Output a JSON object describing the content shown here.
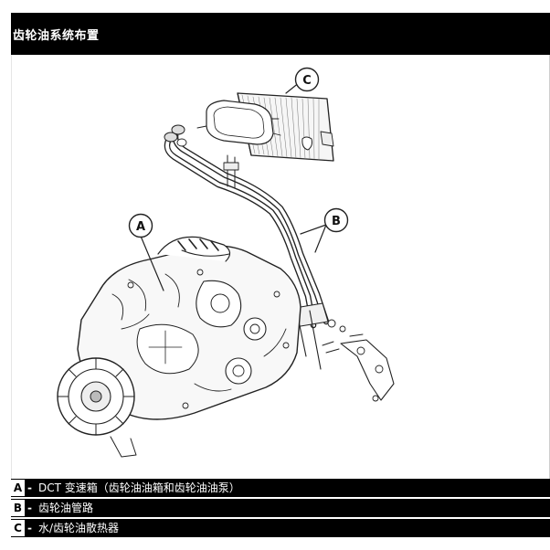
{
  "header": {
    "title": "齿轮油系统布置"
  },
  "figure": {
    "callouts": [
      {
        "letter": "A"
      },
      {
        "letter": "B"
      },
      {
        "letter": "C"
      }
    ]
  },
  "legend": {
    "separator": "-",
    "items": [
      {
        "key": "A",
        "text": "DCT 变速箱（齿轮油油箱和齿轮油油泵）"
      },
      {
        "key": "B",
        "text": "齿轮油管路"
      },
      {
        "key": "C",
        "text": "水/齿轮油散热器"
      }
    ]
  }
}
